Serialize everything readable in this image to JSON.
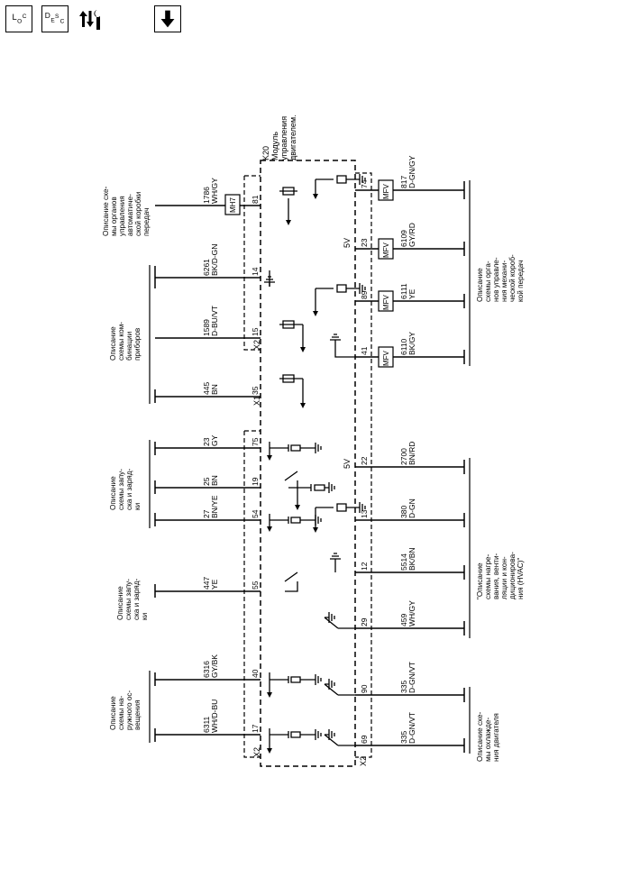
{
  "toolbar": {
    "loc_main": "L",
    "loc_sub": "O",
    "loc_sub2": "C",
    "desc_main": "D",
    "desc_sub": "E",
    "desc_sub2": "S",
    "desc_sub3": "C"
  },
  "module": {
    "line1": "K20",
    "line2": "Модуль",
    "line3": "управления",
    "line4": "двигателем."
  },
  "connectors": {
    "x1": "X1",
    "x2a": "X2",
    "x2b": "X2",
    "x2c": "X2"
  },
  "voltage": {
    "v1": "5V",
    "v2": "5V"
  },
  "left_groups": {
    "trans": [
      "Описание схе-",
      "мы органов",
      "управления",
      "автоматиче-",
      "ской коробки",
      "передач"
    ],
    "cluster": [
      "Описание",
      "схемы ком-",
      "бинации",
      "приборов"
    ],
    "start1": [
      "Описание",
      "схемы запу-",
      "ска и заряд-",
      "ки"
    ],
    "start2": [
      "Описание",
      "схемы запу-",
      "ска и заряд-",
      "ки"
    ],
    "exterior": [
      "Описание",
      "схемы на-",
      "ружного ос-",
      "вещения"
    ]
  },
  "right_groups": {
    "trans": [
      "Описание",
      "схемы орга-",
      "нов управле-",
      "ния механи-",
      "ческой короб-",
      "кой передач"
    ],
    "hvac": [
      "\"Описание",
      "схемы нагре-",
      "вания, венти-",
      "ляции и кон-",
      "диционирова-",
      "ния (HVAC)\""
    ],
    "cooling": [
      "Описание схе-",
      "мы охлажде-",
      "ния двигателя"
    ]
  },
  "left_wires": [
    {
      "circuit": "1786",
      "color": "WH/GY",
      "pin": "81"
    },
    {
      "circuit": "6261",
      "color": "BK/D-GN",
      "pin": "14"
    },
    {
      "circuit": "1589",
      "color": "D-BU/VT",
      "pin": "15"
    },
    {
      "circuit": "445",
      "color": "BN",
      "pin": "35"
    },
    {
      "circuit": "23",
      "color": "GY",
      "pin": "75"
    },
    {
      "circuit": "25",
      "color": "BN",
      "pin": "19"
    },
    {
      "circuit": "27",
      "color": "BN/YE",
      "pin": "54"
    },
    {
      "circuit": "447",
      "color": "YE",
      "pin": "55"
    },
    {
      "circuit": "6316",
      "color": "GY/BK",
      "pin": "40"
    },
    {
      "circuit": "6311",
      "color": "WH/D-BU",
      "pin": "17"
    }
  ],
  "right_wires": [
    {
      "circuit": "817",
      "color": "D-GN/GY",
      "pin": "74",
      "box": "MFV"
    },
    {
      "circuit": "6109",
      "color": "GY/RD",
      "pin": "23",
      "box": "MFV"
    },
    {
      "circuit": "6111",
      "color": "YE",
      "pin": "89",
      "box": "MFV"
    },
    {
      "circuit": "6110",
      "color": "BK/GY",
      "pin": "41",
      "box": "MFV"
    },
    {
      "circuit": "2700",
      "color": "BN/RD",
      "pin": "22",
      "box": ""
    },
    {
      "circuit": "380",
      "color": "D-GN",
      "pin": "13",
      "box": ""
    },
    {
      "circuit": "5514",
      "color": "BK/BN",
      "pin": "12",
      "box": ""
    },
    {
      "circuit": "459",
      "color": "WH/GY",
      "pin": "29",
      "box": ""
    },
    {
      "circuit": "335",
      "color": "D-GN/VT",
      "pin": "90",
      "box": ""
    },
    {
      "circuit": "335",
      "color": "D-GN/VT",
      "pin": "69",
      "box": ""
    }
  ],
  "mh7": "MH7"
}
